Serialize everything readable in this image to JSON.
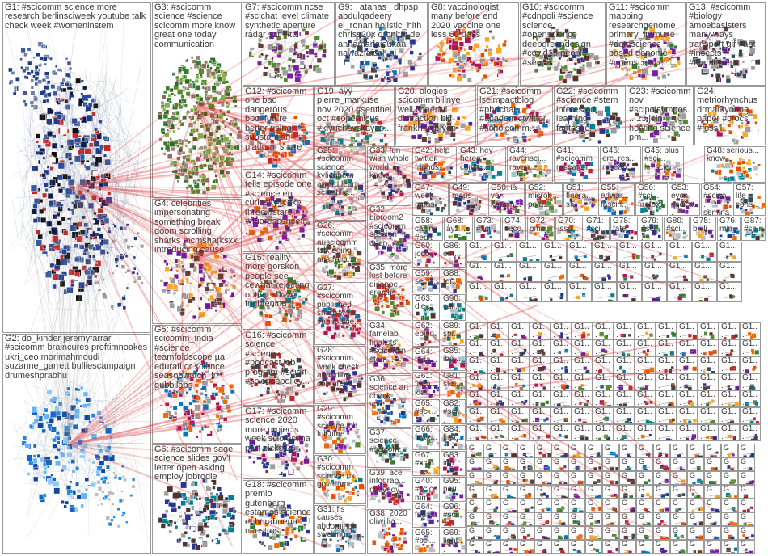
{
  "groups": [
    {
      "label": "G1: #scicomm science more research berlinsciweek youtube talk check week #womeninstem",
      "fs": 11
    },
    {
      "label": "G2: do_kinder jeremyfarrar #scicomm braincures proftimnoakes ukri_ceo morimahmoudi suzanne_garrett bulliescampaign drumeshprabhu",
      "fs": 11
    },
    {
      "label": "G3: #scicomm science #science scicomm more know great one today communication",
      "fs": 11
    },
    {
      "label": "G4: celebrities impersonating something break doom scrolling sharks mcmsharksxx introducing cause",
      "fs": 11
    },
    {
      "label": "G5: #scicomm scicomm_india #science teamfoldscope µa edurafi dr science seasonwatch_in gubbilabs",
      "fs": 11
    },
    {
      "label": "G6: #scicomm sage science slides gov't letter open asking employ jobrodie",
      "fs": 11
    },
    {
      "label": "G7: #scicomm ncse #scichat level climate synthetic aperture radar sar vital",
      "fs": 11
    },
    {
      "label": "G8: vaccinologist many before end 2020 vaccine one less 60 days",
      "fs": 11
    },
    {
      "label": "G9: _atanas_ dhpsp abdulqadeery el_ronan holistic_hlth chriss20x dronita_de annamariaioukaa nawazfaisal_ai",
      "fs": 11
    },
    {
      "label": "G10: #scicomm #cdnpoli #science science #openscience deepgreendesign #covid19 people #senca...",
      "fs": 11
    },
    {
      "label": "G11: #scicomm mapping researchgenome primary_immune #datascience based genome #openscience...",
      "fs": 11
    },
    {
      "label": "G12: #scicomm one bad dangerous bbc_future better using substantial platform share",
      "fs": 11
    },
    {
      "label": "G13: #scicomm #biology amoebasisters many ways transport gif #ant #insects #teaminvert",
      "fs": 11
    },
    {
      "label": "G14: #scicomm tells episode one #science ep curiosity_cake three #stars #fluorescencefr...",
      "fs": 11
    },
    {
      "label": "G15: reality more gorskon people see cewhat rejecting opting show frightening",
      "fs": 11
    },
    {
      "label": "G16: #scicomm science #science #podcast job program #sciart #sciencepolicy...",
      "fs": 11
    },
    {
      "label": "G17: #scicomm science 2020 more projects week scicrastina part picks 26",
      "fs": 11
    },
    {
      "label": "G18: #scicomm premio gutenberg estamos science enhorabuena nuestros...",
      "fs": 11
    },
    {
      "label": "G19: ǟÿÿ pierre_markuse nov 2020 #sentinel oct #copernicus #klyuchevskayas...",
      "fs": 11
    },
    {
      "label": "G20: ologies scicomm billnye well cheerful distraction bill frankh nye yep",
      "fs": 11
    },
    {
      "label": "G21: #scicomm lseimpactblog #phdchat #academictwitter #scholcomm...",
      "fs": 11
    },
    {
      "label": "G22: #scicomm #science #stem interested learning fantastic...",
      "fs": 11
    },
    {
      "label": "G23: #scicomm nov #scipolsympos... 13 join hosting science pm...",
      "fs": 11
    },
    {
      "label": "G24: metriorhynchus drmarkyoung paper #crocs #fossil...",
      "fs": 11
    },
    {
      "label": "G25: #scicomm science kylieahern award learn scientific...",
      "fs": 11
    },
    {
      "label": "G26: #scicomm auscicomm talk doing australia...",
      "fs": 11
    },
    {
      "label": "G27: #scicomm published share work #animalbe...",
      "fs": 11
    },
    {
      "label": "G28: #scicomm week check attending conferenc...",
      "fs": 11
    },
    {
      "label": "G29: #scicomm science job full time...",
      "fs": 11
    },
    {
      "label": "G30: #scicomm science uk governme...",
      "fs": 11
    },
    {
      "label": "G31: f's causes abdominal swelling...",
      "fs": 11
    },
    {
      "label": "G32: bioroom2 #scicomm session open...",
      "fs": 11
    },
    {
      "label": "G33: fun wish whole world knew...",
      "fs": 11
    },
    {
      "label": "G34: famelab finalists #scicomm stem...",
      "fs": 11
    },
    {
      "label": "G35: more lost before disappe... erectus...",
      "fs": 11
    },
    {
      "label": "G36: science art check vote...",
      "fs": 11
    },
    {
      "label": "G37: science #scicom...",
      "fs": 11
    },
    {
      "label": "G38: 2020 oliwillia...",
      "fs": 11
    },
    {
      "label": "G39: ace infograp... nativeoy",
      "fs": 11
    },
    {
      "label": "G40: #scicomm stem...",
      "fs": 11
    },
    {
      "label": "G41: #scicomm research...",
      "fs": 11
    },
    {
      "label": "G42: help twitter friends...",
      "fs": 11
    },
    {
      "label": "G43: hey herea comic...",
      "fs": 11
    },
    {
      "label": "G44: ravensci... raven...",
      "fs": 11
    },
    {
      "label": "G45: plus #sci... le_scien...",
      "fs": 11
    },
    {
      "label": "G46: erc_res... researc...",
      "fs": 11
    },
    {
      "label": "G47: week mpas",
      "fs": 11
    },
    {
      "label": "G48: serious... know...",
      "fs": 11
    },
    {
      "label": "G49: maps",
      "fs": 11
    },
    {
      "label": "G50: ià ve keepin...",
      "fs": 11
    },
    {
      "label": "G51: fleera... sfu",
      "fs": 11
    },
    {
      "label": "G52: microb... polã...",
      "fs": 11
    },
    {
      "label": "G53: eycn #scico...",
      "fs": 11
    },
    {
      "label": "G54: #scico... seminal...",
      "fs": 11
    },
    {
      "label": "G55: edwar... fascin...",
      "fs": 11
    },
    {
      "label": "G56: #sci... firefox...",
      "fs": 11
    },
    {
      "label": "G57: life cons...",
      "fs": 11
    },
    {
      "label": "G58: calling #edit",
      "fs": 11
    },
    {
      "label": "G59: secol...",
      "fs": 11
    },
    {
      "label": "G60: joco...",
      "fs": 11
    },
    {
      "label": "G61: frien... klas...",
      "fs": 11
    },
    {
      "label": "G62: episo...",
      "fs": 11
    },
    {
      "label": "G63: die...",
      "fs": 11
    },
    {
      "label": "G64: frida...",
      "fs": 11
    },
    {
      "label": "G65: #sci...",
      "fs": 11
    },
    {
      "label": "G66: featu...",
      "fs": 11
    },
    {
      "label": "G67: #sci...",
      "fs": 11
    },
    {
      "label": "G68: åyž...",
      "fs": 11
    },
    {
      "label": "G69: light...",
      "fs": 11
    },
    {
      "label": "G70: issu...",
      "fs": 11
    },
    {
      "label": "G71: #sci...",
      "fs": 11
    },
    {
      "label": "G72: ome...",
      "fs": 11
    },
    {
      "label": "G73: #sci...",
      "fs": 11
    },
    {
      "label": "G74: seco...",
      "fs": 11
    },
    {
      "label": "G75: brilli...",
      "fs": 11
    },
    {
      "label": "G76: min...",
      "fs": 11
    },
    {
      "label": "G77: cet...",
      "fs": 11
    },
    {
      "label": "G78: fate...",
      "fs": 11
    },
    {
      "label": "G79: #sci...",
      "fs": 11
    },
    {
      "label": "G80: #sci...",
      "fs": 11
    },
    {
      "label": "G81: ste...",
      "fs": 11
    },
    {
      "label": "G82: #sci...",
      "fs": 11
    },
    {
      "label": "G83: inn...",
      "fs": 11
    },
    {
      "label": "G84: first...",
      "fs": 11
    },
    {
      "label": "G85: ibe...",
      "fs": 11
    },
    {
      "label": "G86: eur...",
      "fs": 11
    },
    {
      "label": "G87: #sci...",
      "fs": 11
    },
    {
      "label": "G88: ter...",
      "fs": 11
    },
    {
      "label": "G89: spr...",
      "fs": 11
    },
    {
      "label": "G90: call...",
      "fs": 11
    },
    {
      "label": "G91: ...",
      "fs": 11
    },
    {
      "label": "G92: ...",
      "fs": 11
    },
    {
      "label": "G93: ...",
      "fs": 11
    },
    {
      "label": "G94: ...",
      "fs": 11
    },
    {
      "label": "G95: neu...",
      "fs": 11
    },
    {
      "label": "G96: #sci...",
      "fs": 11
    },
    {
      "label": "G97: ...",
      "fs": 11
    },
    {
      "label": "G98: ...",
      "fs": 11
    },
    {
      "label": "G99: ...",
      "fs": 11
    },
    {
      "label": "G1...",
      "fs": 11
    }
  ],
  "mini_label": "G1...",
  "small_label": "G",
  "colors": {
    "g1_node": "#1f3c88",
    "g2_node": "#1e88e5",
    "g3_node": "#5a8a3c",
    "edge_red": "#d9232a",
    "edge_grey": "#9e9e9e",
    "border": "#9a9a9a",
    "label": "#3a3a3a"
  }
}
